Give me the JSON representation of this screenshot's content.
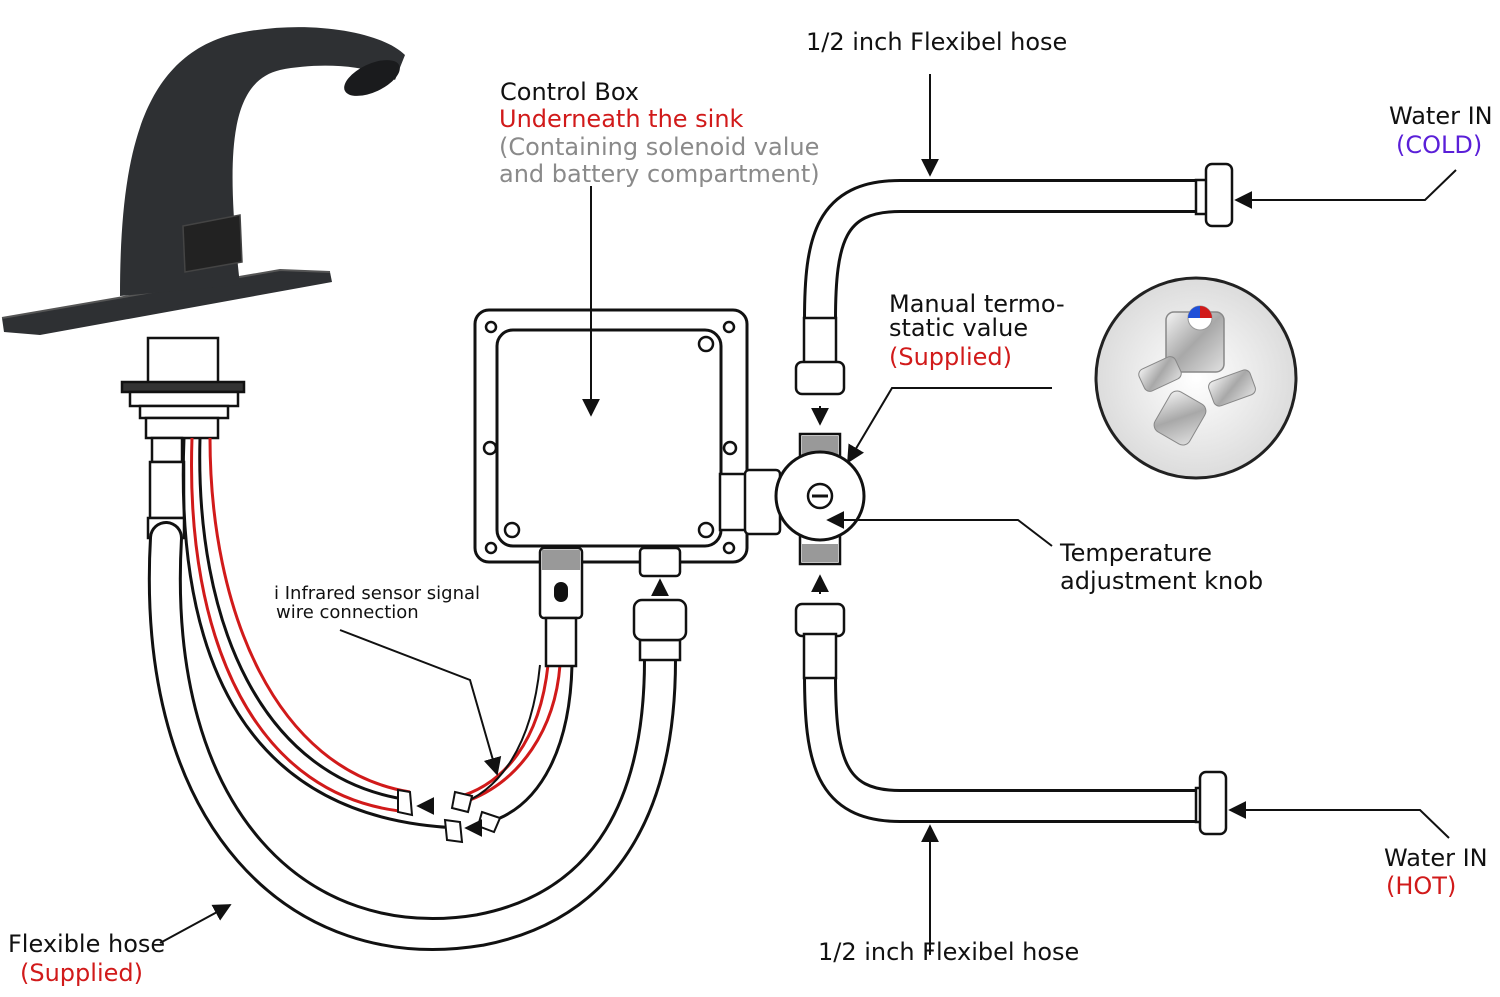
{
  "labels": {
    "top_hose": "1/2 inch Flexibel hose",
    "bottom_hose": "1/2 inch Flexibel hose",
    "control_box": "Control Box",
    "control_box_location": "Underneath the sink",
    "control_box_note_1": "(Containing solenoid value",
    "control_box_note_2": "and battery compartment)",
    "water_in_cold": "Water IN",
    "cold": "(COLD)",
    "water_in_hot": "Water IN",
    "hot": "(HOT)",
    "thermo_1": "Manual termo-",
    "thermo_2": "static value",
    "thermo_supplied": "(Supplied)",
    "temp_knob_1": "Temperature",
    "temp_knob_2": "adjustment knob",
    "sensor_1": "i Infrared sensor signal",
    "sensor_2": "wire connection",
    "flex_hose": "Flexible hose",
    "flex_supplied": "(Supplied)"
  },
  "colors": {
    "red_text": "#d11a1a",
    "gray_text": "#8a8a8a",
    "purple_text": "#5a1fd8",
    "faucet": "#2e3033",
    "wire_red": "#d11a1a"
  }
}
